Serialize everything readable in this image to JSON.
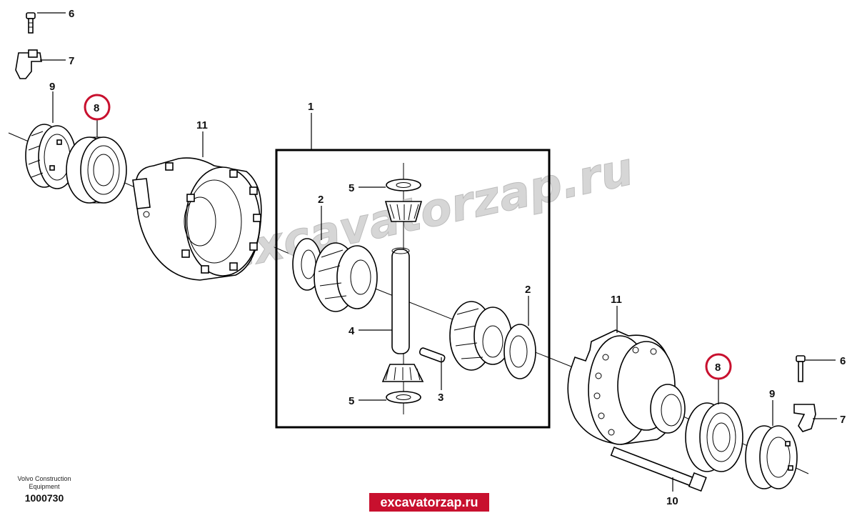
{
  "watermark": "excavatorzap.ru",
  "site_badge": "excavatorzap.ru",
  "footer": {
    "company_line1": "Volvo Construction",
    "company_line2": "Equipment",
    "drawing_number": "1000730"
  },
  "callouts": {
    "p1": "1",
    "p2a": "2",
    "p2b": "2",
    "p3": "3",
    "p4": "4",
    "p5a": "5",
    "p5b": "5",
    "p6a": "6",
    "p6b": "6",
    "p7a": "7",
    "p7b": "7",
    "p8a": "8",
    "p8b": "8",
    "p9a": "9",
    "p9b": "9",
    "p10": "10",
    "p11a": "11",
    "p11b": "11"
  },
  "colors": {
    "highlight_ring": "#c8102e",
    "badge_background": "#c8102e"
  }
}
